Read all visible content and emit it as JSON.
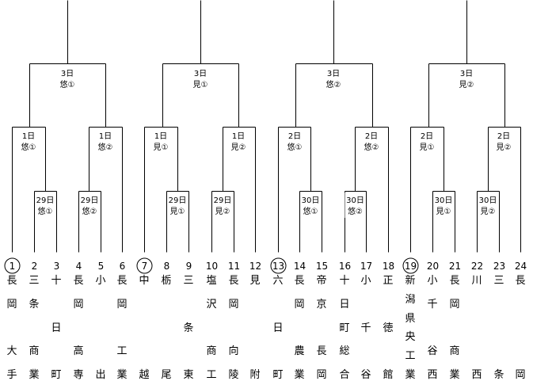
{
  "rounds": {
    "semifinals": [
      {
        "day": "3日",
        "venue": "悠①"
      },
      {
        "day": "3日",
        "venue": "見①"
      },
      {
        "day": "3日",
        "venue": "悠②"
      },
      {
        "day": "3日",
        "venue": "見②"
      }
    ],
    "quarterfinals": [
      {
        "day": "1日",
        "venue": "悠①"
      },
      {
        "day": "1日",
        "venue": "悠②"
      },
      {
        "day": "1日",
        "venue": "見①"
      },
      {
        "day": "1日",
        "venue": "見②"
      },
      {
        "day": "2日",
        "venue": "悠①"
      },
      {
        "day": "2日",
        "venue": "悠②"
      },
      {
        "day": "2日",
        "venue": "見①"
      },
      {
        "day": "2日",
        "venue": "見②"
      }
    ],
    "first_round": [
      {
        "day": "29日",
        "venue": "悠①"
      },
      {
        "day": "29日",
        "venue": "悠②"
      },
      {
        "day": "29日",
        "venue": "見①"
      },
      {
        "day": "29日",
        "venue": "見②"
      },
      {
        "day": "30日",
        "venue": "悠①"
      },
      {
        "day": "30日",
        "venue": "悠②"
      },
      {
        "day": "30日",
        "venue": "見①"
      },
      {
        "day": "30日",
        "venue": "見②"
      }
    ]
  },
  "teams": [
    {
      "seed": "1",
      "seeded": true,
      "name": "長岡大手"
    },
    {
      "seed": "2",
      "seeded": false,
      "name": "三条商業"
    },
    {
      "seed": "3",
      "seeded": false,
      "name": "十日町"
    },
    {
      "seed": "4",
      "seeded": false,
      "name": "長岡高専"
    },
    {
      "seed": "5",
      "seeded": false,
      "name": "小出"
    },
    {
      "seed": "6",
      "seeded": false,
      "name": "長岡工業"
    },
    {
      "seed": "7",
      "seeded": true,
      "name": "中越"
    },
    {
      "seed": "8",
      "seeded": false,
      "name": "栃尾"
    },
    {
      "seed": "9",
      "seeded": false,
      "name": "三条東"
    },
    {
      "seed": "10",
      "seeded": false,
      "name": "塩沢商工"
    },
    {
      "seed": "11",
      "seeded": false,
      "name": "長岡向陵"
    },
    {
      "seed": "12",
      "seeded": false,
      "name": "見附"
    },
    {
      "seed": "13",
      "seeded": true,
      "name": "六日町"
    },
    {
      "seed": "14",
      "seeded": false,
      "name": "長岡農業"
    },
    {
      "seed": "15",
      "seeded": false,
      "name": "帝京長岡"
    },
    {
      "seed": "16",
      "seeded": false,
      "name": "十日町総合"
    },
    {
      "seed": "17",
      "seeded": false,
      "name": "小千谷"
    },
    {
      "seed": "18",
      "seeded": false,
      "name": "正徳館"
    },
    {
      "seed": "19",
      "seeded": true,
      "name": "新潟県央工業"
    },
    {
      "seed": "20",
      "seeded": false,
      "name": "小千谷西"
    },
    {
      "seed": "21",
      "seeded": false,
      "name": "長岡商業"
    },
    {
      "seed": "22",
      "seeded": false,
      "name": "川西"
    },
    {
      "seed": "23",
      "seeded": false,
      "name": "三条"
    },
    {
      "seed": "24",
      "seeded": false,
      "name": "長岡"
    }
  ]
}
